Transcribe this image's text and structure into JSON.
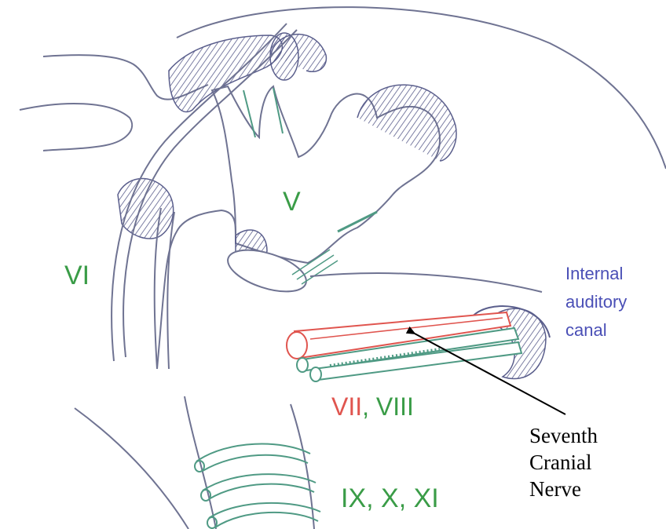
{
  "labels": {
    "v": "V",
    "vi": "VI",
    "internal_auditory_canal": [
      "Internal",
      "auditory",
      "canal"
    ],
    "vii": "VII",
    "comma": ",",
    "viii": "VIII",
    "ix_x_xi": "IX, X, XI",
    "seventh_cranial_nerve": [
      "Seventh",
      "Cranial",
      "Nerve"
    ]
  },
  "colors": {
    "outline": "#6f7392",
    "hatch": "#5a5e8c",
    "nerve_green": "#4f9a84",
    "nerve_red": "#e0554f",
    "label_green": "#3a9c47",
    "label_blue": "#4a4fb6",
    "label_red": "#e0554f",
    "arrow": "#000000"
  }
}
